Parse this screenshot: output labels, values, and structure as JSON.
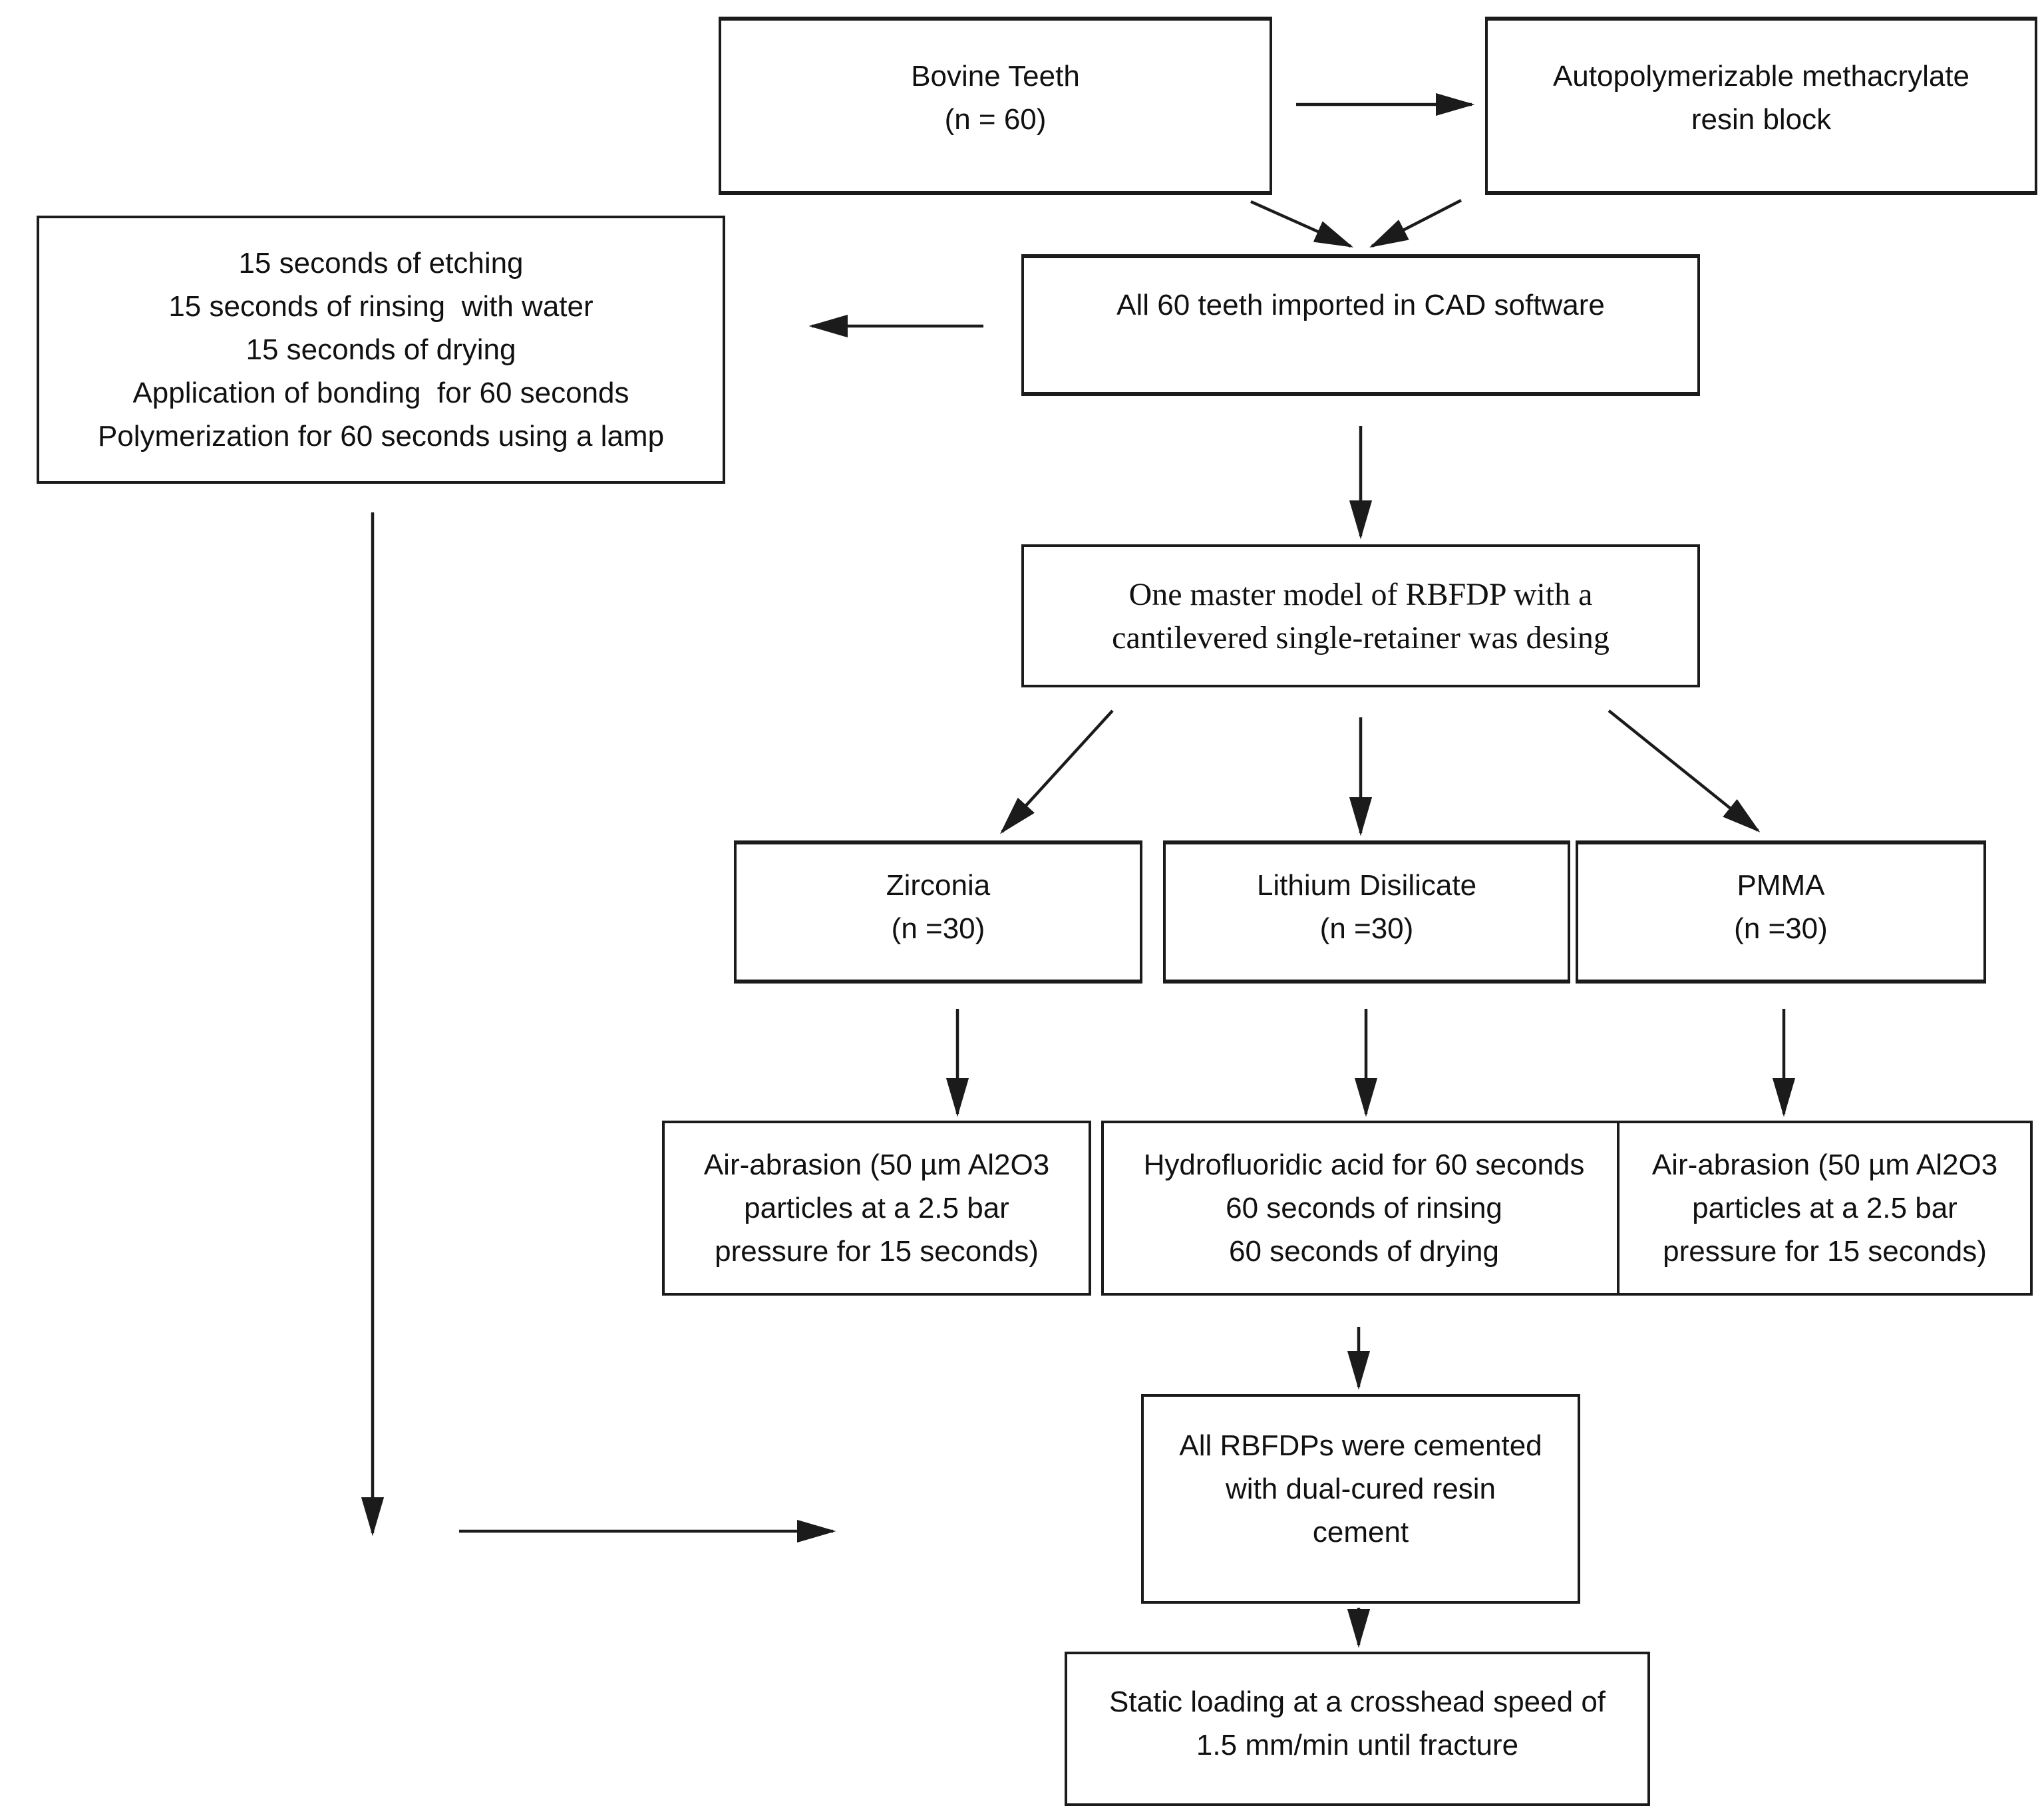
{
  "figure": {
    "type": "flowchart",
    "title": "Study design flowchart",
    "background_color": "#ffffff",
    "line_color": "#1b1b1b",
    "box_fill": "#ffffff"
  },
  "boxes": {
    "bovine_teeth": {
      "lines": [
        "Bovine Teeth",
        "(n = 60)"
      ]
    },
    "resin_block": {
      "lines": [
        "Autopolymerizable methacrylate",
        "resin block"
      ]
    },
    "surface_prep": {
      "lines": [
        "15 seconds of etching",
        "15 seconds of rinsing  with water",
        "15 seconds of drying",
        "Application of bonding  for 60 seconds",
        "Polymerization for 60 seconds using a lamp"
      ]
    },
    "cad_import": {
      "lines": [
        "All 60 teeth imported in CAD software"
      ]
    },
    "master_model": {
      "lines": [
        "One master model of RBFDP with a",
        "cantilevered single-retainer was desing"
      ]
    },
    "zirconia": {
      "lines": [
        "Zirconia",
        "(n =30)"
      ]
    },
    "lithium_disilicate": {
      "lines": [
        "Lithium Disilicate",
        "(n =30)"
      ]
    },
    "pmma": {
      "lines": [
        "PMMA",
        "(n =30)"
      ]
    },
    "air_abrasion_left": {
      "lines": [
        "Air-abrasion (50 µm Al2O3",
        "particles at a 2.5 bar",
        "pressure for 15 seconds)"
      ]
    },
    "hydrofluoric": {
      "lines": [
        "Hydrofluoridic acid for 60 seconds",
        "60 seconds of rinsing",
        "60 seconds of drying"
      ]
    },
    "air_abrasion_right": {
      "lines": [
        "Air-abrasion (50 µm Al2O3",
        "particles at a 2.5 bar",
        "pressure for 15 seconds)"
      ]
    },
    "cementation": {
      "lines": [
        "All RBFDPs were cemented",
        "with dual-cured resin",
        "cement"
      ]
    },
    "static_loading": {
      "lines": [
        "Static loading at a crosshead speed of",
        "1.5 mm/min until fracture"
      ]
    }
  },
  "edges": [
    {
      "from": "bovine_teeth",
      "to": "resin_block"
    },
    {
      "from": "bovine_teeth",
      "to": "cad_import"
    },
    {
      "from": "resin_block",
      "to": "cad_import"
    },
    {
      "from": "cad_import",
      "to": "surface_prep"
    },
    {
      "from": "cad_import",
      "to": "master_model"
    },
    {
      "from": "master_model",
      "to": "zirconia"
    },
    {
      "from": "master_model",
      "to": "lithium_disilicate"
    },
    {
      "from": "master_model",
      "to": "pmma"
    },
    {
      "from": "zirconia",
      "to": "air_abrasion_left"
    },
    {
      "from": "lithium_disilicate",
      "to": "hydrofluoric"
    },
    {
      "from": "pmma",
      "to": "air_abrasion_right"
    },
    {
      "from": "hydrofluoric",
      "to": "cementation"
    },
    {
      "from": "surface_prep",
      "to": "cementation"
    },
    {
      "from": "cementation",
      "to": "static_loading"
    }
  ]
}
